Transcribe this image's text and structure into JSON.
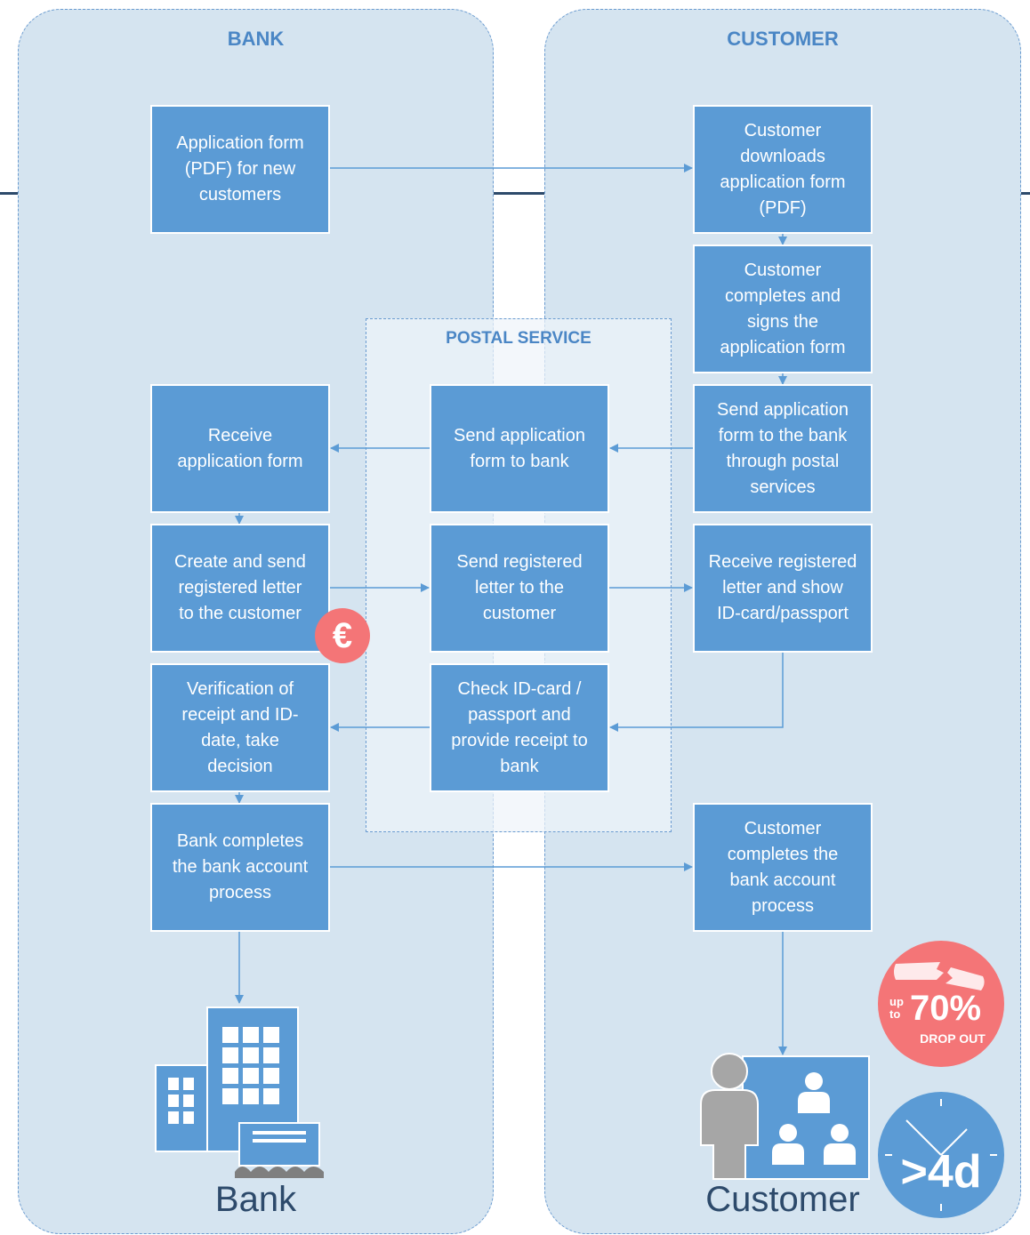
{
  "lanes": {
    "bank": {
      "title": "BANK",
      "footer": "Bank"
    },
    "customer": {
      "title": "CUSTOMER",
      "footer": "Customer"
    },
    "postal": {
      "title": "POSTAL SERVICE"
    }
  },
  "steps": {
    "b1": [
      "Application form",
      "(PDF) for new",
      "customers"
    ],
    "b2": [
      "Receive",
      "application form"
    ],
    "b3": [
      "Create and send",
      "registered letter",
      "to the customer"
    ],
    "b4": [
      "Verification of",
      "receipt and ID-",
      "date, take",
      "decision"
    ],
    "b5": [
      "Bank completes",
      "the bank account",
      "process"
    ],
    "p1": [
      "Send application",
      "form to bank"
    ],
    "p2": [
      "Send registered",
      "letter to the",
      "customer"
    ],
    "p3": [
      "Check ID-card /",
      "passport and",
      "provide receipt to",
      "bank"
    ],
    "c1": [
      "Customer",
      "downloads",
      "application form",
      "(PDF)"
    ],
    "c2": [
      "Customer",
      "completes and",
      "signs the",
      "application form"
    ],
    "c3": [
      "Send application",
      "form to the bank",
      "through postal",
      "services"
    ],
    "c4": [
      "Receive registered",
      "letter and show",
      "ID-card/passport"
    ],
    "c5": [
      "Customer",
      "completes the",
      "bank account",
      "process"
    ]
  },
  "badges": {
    "cost": "€",
    "dropout": {
      "prefix_top": "up",
      "prefix_bottom": "to",
      "value": "70%",
      "label": "DROP OUT"
    },
    "duration": ">4d"
  },
  "colors": {
    "lane_fill": "#d5e4f0",
    "box_fill": "#5b9bd5",
    "arrow": "#5b9bd5",
    "alert": "#f47577",
    "title": "#4a86c5"
  }
}
